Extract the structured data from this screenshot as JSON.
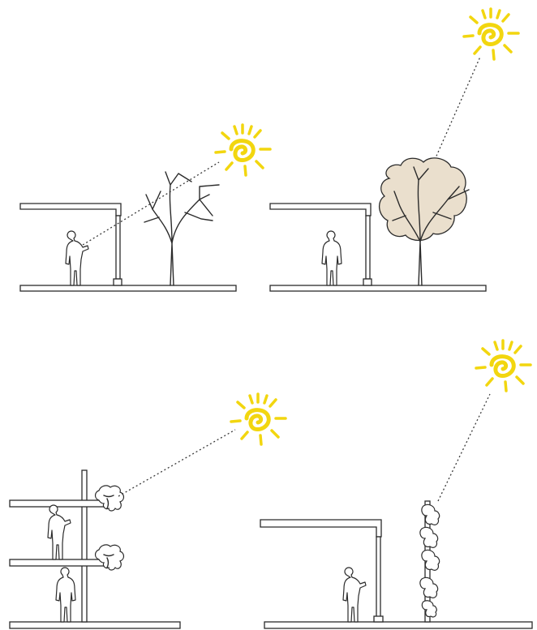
{
  "colors": {
    "sun": "#f2d60f",
    "canopy": "#eadfcd",
    "line": "#2b2b2b"
  },
  "panels": [
    {
      "id": "bare-tree",
      "sun": "sun-icon",
      "tree": "bare-tree-icon",
      "person": "person-icon"
    },
    {
      "id": "leafy-tree",
      "sun": "sun-icon",
      "tree": "leafy-tree-icon",
      "person": "person-icon"
    },
    {
      "id": "multi-storey-planters",
      "sun": "sun-icon",
      "plants": "planter-plant-icon",
      "people": [
        "person-icon",
        "person-icon"
      ]
    },
    {
      "id": "green-wall",
      "sun": "sun-icon",
      "plants": "climbing-plant-icon",
      "person": "person-icon"
    }
  ]
}
